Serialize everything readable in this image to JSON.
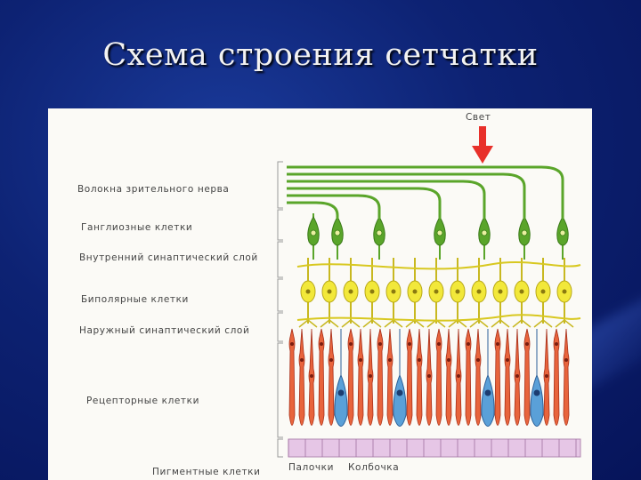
{
  "title": "Схема строения сетчатки",
  "labels": {
    "light": "Свет",
    "nerve_fibers": "Волокна зрительного нерва",
    "ganglion_cells": "Ганглиозные клетки",
    "inner_synaptic": "Внутренний синаптический слой",
    "bipolar_cells": "Биполярные клетки",
    "outer_synaptic": "Наружный синаптический слой",
    "receptor_cells": "Рецепторные клетки",
    "pigment_cells": "Пигментные клетки",
    "rods": "Палочки",
    "cones": "Колбочка"
  },
  "colors": {
    "ganglion": "#5aa52a",
    "bipolar": "#f2e83a",
    "rod": "#e8643c",
    "cone": "#5aa0d8",
    "pigment": "#e6c6e6",
    "arrow": "#e8302a"
  }
}
